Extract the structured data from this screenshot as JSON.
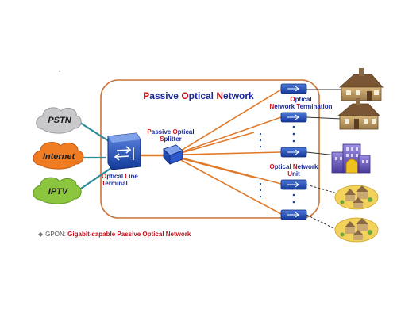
{
  "title": {
    "parts": [
      {
        "t": "P",
        "hl": true
      },
      {
        "t": "assive ",
        "hl": false
      },
      {
        "t": "O",
        "hl": true
      },
      {
        "t": "ptical ",
        "hl": false
      },
      {
        "t": "N",
        "hl": true
      },
      {
        "t": "etwork",
        "hl": false
      }
    ]
  },
  "clouds": {
    "pstn": "PSTN",
    "internet": "Internet",
    "iptv": "IPTV"
  },
  "labels": {
    "olt": [
      [
        {
          "t": "O",
          "hl": true
        },
        {
          "t": "ptical ",
          "hl": false
        },
        {
          "t": "L",
          "hl": true
        },
        {
          "t": "ine",
          "hl": false
        }
      ],
      [
        {
          "t": "T",
          "hl": true
        },
        {
          "t": "erminal",
          "hl": false
        }
      ]
    ],
    "splitter": [
      [
        {
          "t": "P",
          "hl": true
        },
        {
          "t": "assive ",
          "hl": false
        },
        {
          "t": "O",
          "hl": true
        },
        {
          "t": "ptical",
          "hl": false
        }
      ],
      [
        {
          "t": "S",
          "hl": true
        },
        {
          "t": "plitter",
          "hl": false
        }
      ]
    ],
    "ont": [
      [
        {
          "t": "O",
          "hl": true
        },
        {
          "t": "ptical",
          "hl": false
        }
      ],
      [
        {
          "t": "N",
          "hl": true
        },
        {
          "t": "etwork ",
          "hl": false
        },
        {
          "t": "T",
          "hl": true
        },
        {
          "t": "ermination",
          "hl": false
        }
      ]
    ],
    "onu": [
      [
        {
          "t": "O",
          "hl": true
        },
        {
          "t": "ptical ",
          "hl": false
        },
        {
          "t": "N",
          "hl": true
        },
        {
          "t": "etwork",
          "hl": false
        }
      ],
      [
        {
          "t": "U",
          "hl": true
        },
        {
          "t": "nit",
          "hl": false
        }
      ]
    ]
  },
  "footer": {
    "prefix": "GPON: ",
    "name": "Gigabit-capable Passive Optical Network"
  },
  "colors": {
    "frame": "#c8743a",
    "fiber": "#e07a2a",
    "link": "#2f8a9a",
    "device": "#1a3fa8",
    "label_blue": "#1a2a9a",
    "label_red": "#d0121b",
    "cloud_pstn": "#c9c9cc",
    "cloud_internet": "#ef7b23",
    "cloud_iptv": "#8cc63f"
  },
  "icons": [
    "cloud-icon",
    "olt-device-icon",
    "splitter-icon",
    "ont-device-icon",
    "house-icon",
    "office-building-icon",
    "neighborhood-icon"
  ]
}
